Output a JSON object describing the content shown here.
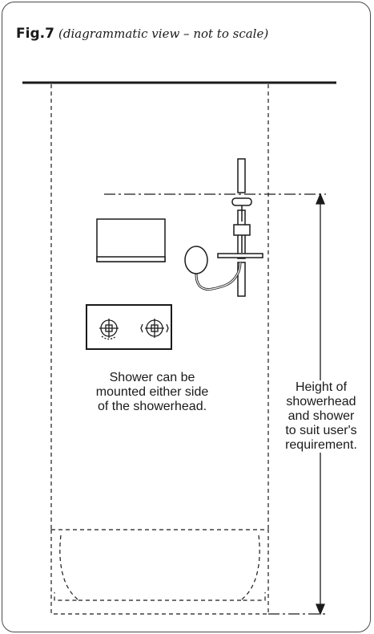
{
  "figure": {
    "label": "Fig.7",
    "subtitle": "(diagrammatic view – not to scale)"
  },
  "annotations": {
    "shower_side": [
      "Shower can be",
      "mounted either side",
      "of the showerhead."
    ],
    "height": [
      "Height of",
      "showerhead",
      "and shower",
      "to suit user's",
      "requirement."
    ]
  },
  "colors": {
    "line": "#1a1a1a",
    "frame": "#4a4a4a"
  }
}
